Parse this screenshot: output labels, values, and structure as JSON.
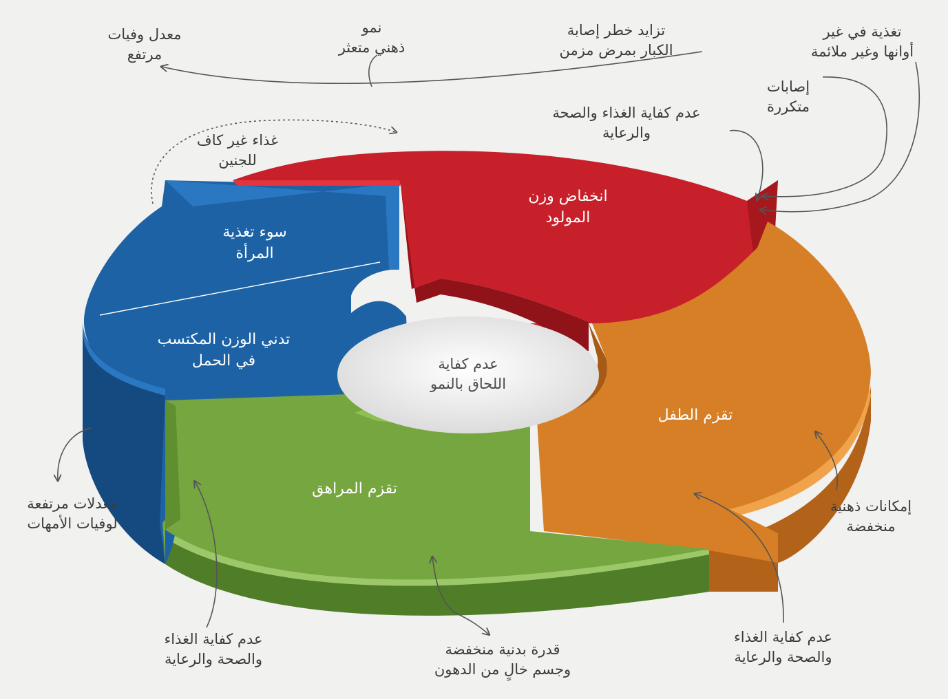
{
  "diagram": {
    "segments": {
      "red": {
        "lines": [
          "انخفاض وزن",
          "المولود"
        ],
        "color": "#c8202a"
      },
      "orange": {
        "lines": [
          "تقزم الطفل"
        ],
        "color": "#d67f26"
      },
      "green": {
        "lines": [
          "تقزم المراهق"
        ],
        "color": "#76a640"
      },
      "blue_top": {
        "lines": [
          "سوء تغذية",
          "المرأة"
        ],
        "color": "#1d62a4"
      },
      "blue_bottom": {
        "lines": [
          "تدني الوزن المكتسب",
          "في الحمل"
        ],
        "color": "#1d62a4"
      }
    },
    "center": {
      "lines": [
        "عدم كفاية",
        "اللحاق بالنمو"
      ]
    },
    "annotations": {
      "high_mortality": [
        "معدل وفيات",
        "مرتفع"
      ],
      "impaired_mental": [
        "نمو",
        "ذهني متعثر"
      ],
      "chronic_disease_risk": [
        "تزايد خطر إصابة",
        "الكبار بمرض مزمن"
      ],
      "inappropriate_feeding": [
        "تغذية في غير",
        "أوانها وغير ملائمة"
      ],
      "frequent_infections": [
        "إصابات",
        "متكررة"
      ],
      "inadequate_food_top": [
        "عدم كفاية الغذاء والصحة",
        "والرعاية"
      ],
      "inadequate_fetal": [
        "غذاء غير كاف",
        "للجنين"
      ],
      "maternal_mortality": [
        "معدلات مرتفعة",
        "لوفيات الأمهات"
      ],
      "inadequate_food_left": [
        "عدم كفاية الغذاء",
        "والصحة والرعاية"
      ],
      "low_physical": [
        "قدرة بدنية منخفضة",
        "وجسم خالٍ من الدهون"
      ],
      "inadequate_food_right": [
        "عدم كفاية الغذاء",
        "والصحة والرعاية"
      ],
      "low_mental": [
        "إمكانات ذهنية",
        "منخفضة"
      ]
    }
  }
}
